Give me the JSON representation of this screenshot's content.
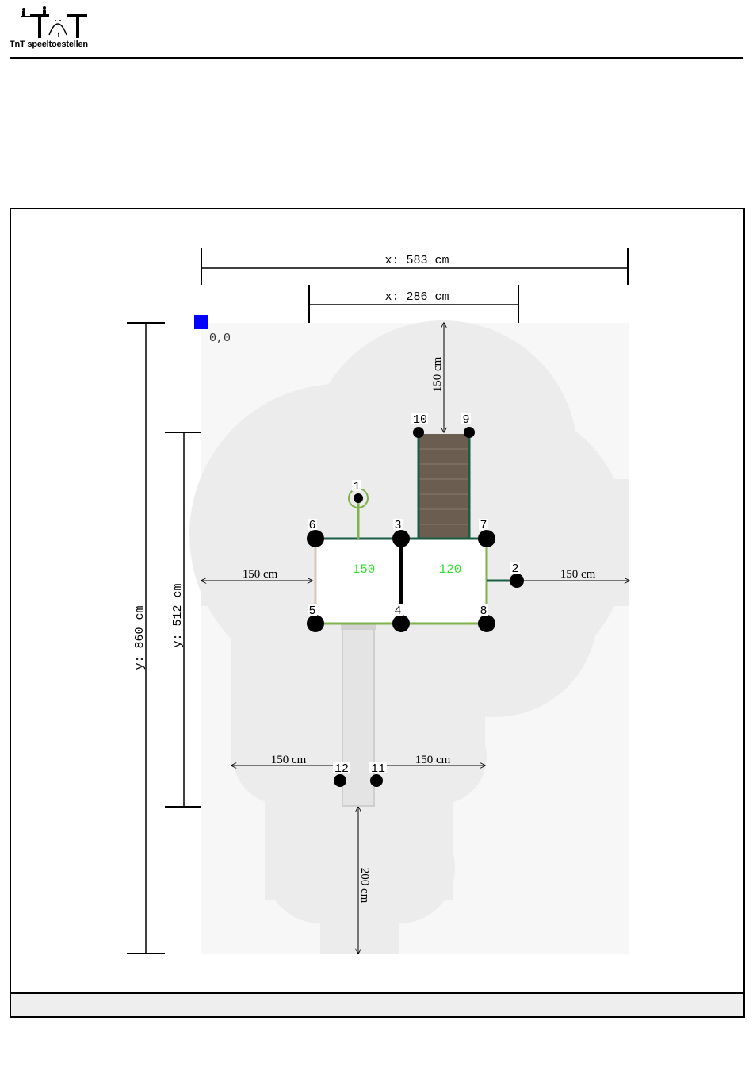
{
  "header": {
    "logo_text": "TnT speeltoestellen"
  },
  "dimensions": {
    "total_width": "x: 583 cm",
    "inner_width": "x: 286 cm",
    "total_height": "y: 860 cm",
    "inner_height": "y: 512 cm",
    "origin": "0,0"
  },
  "clearances": {
    "top": "150 cm",
    "left": "150 cm",
    "right": "150 cm",
    "slide_left": "150 cm",
    "slide_right": "150 cm",
    "bottom": "200 cm"
  },
  "platforms": {
    "left_height": "150",
    "right_height": "120"
  },
  "posts": [
    "1",
    "2",
    "3",
    "4",
    "5",
    "6",
    "7",
    "8",
    "9",
    "10",
    "11",
    "12"
  ],
  "colors": {
    "origin_marker": "#0000ff",
    "platform_label": "#33dd33",
    "zone_light": "#f7f7f7",
    "zone_mid": "#ececec",
    "stair": "#6b5d50",
    "beam_dark": "#1a5c45",
    "beam_green": "#7fb24a"
  }
}
